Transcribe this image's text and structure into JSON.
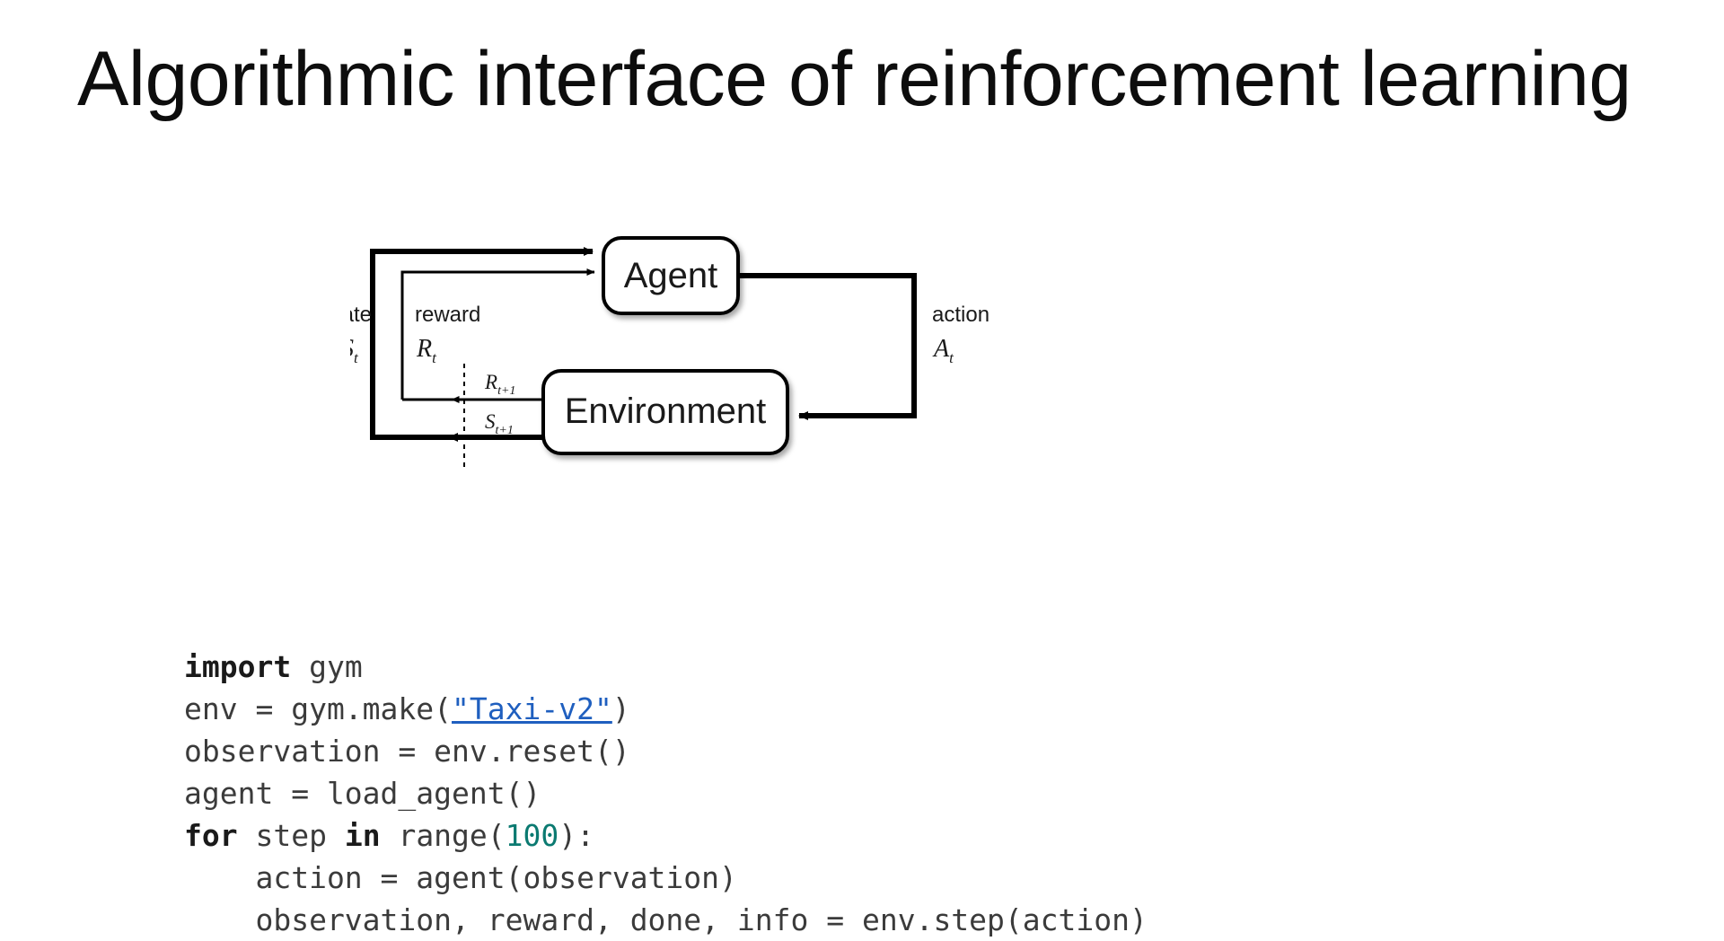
{
  "slide": {
    "title": "Algorithmic interface of reinforcement learning",
    "background_color": "#ffffff"
  },
  "diagram": {
    "name": "agent-environment-interaction-loop",
    "nodes": [
      {
        "id": "agent",
        "label": "Agent"
      },
      {
        "id": "environment",
        "label": "Environment"
      }
    ],
    "edges": [
      {
        "id": "state",
        "label": "state",
        "symbol": "S",
        "subscript": "t"
      },
      {
        "id": "reward",
        "label": "reward",
        "symbol": "R",
        "subscript": "t"
      },
      {
        "id": "action",
        "label": "action",
        "symbol": "A",
        "subscript": "t"
      },
      {
        "id": "next-reward",
        "label": "",
        "symbol": "R",
        "subscript": "t+1"
      },
      {
        "id": "next-state",
        "label": "",
        "symbol": "S",
        "subscript": "t+1"
      }
    ],
    "line_color": "#000000",
    "box_fill": "#ffffff"
  },
  "code": {
    "language": "python",
    "link_color": "#1f5fbf",
    "number_color": "#0b7a71",
    "keyword_color": "#1a1a1a",
    "text_color": "#3b3b3b",
    "lines": [
      {
        "id": "line-1",
        "segments": [
          {
            "text": "import",
            "style": "kw"
          },
          {
            "text": " gym",
            "style": "plain"
          }
        ]
      },
      {
        "id": "line-2",
        "segments": [
          {
            "text": "env = gym.make(",
            "style": "plain"
          },
          {
            "text": "\"Taxi-v2\"",
            "style": "lnk"
          },
          {
            "text": ")",
            "style": "plain"
          }
        ]
      },
      {
        "id": "line-3",
        "segments": [
          {
            "text": "observation = env.reset()",
            "style": "plain"
          }
        ]
      },
      {
        "id": "line-4",
        "segments": [
          {
            "text": "agent = load_agent()",
            "style": "plain"
          }
        ]
      },
      {
        "id": "line-5",
        "segments": [
          {
            "text": "for",
            "style": "kw"
          },
          {
            "text": " step ",
            "style": "plain"
          },
          {
            "text": "in",
            "style": "kw"
          },
          {
            "text": " range(",
            "style": "plain"
          },
          {
            "text": "100",
            "style": "num"
          },
          {
            "text": "):",
            "style": "plain"
          }
        ]
      },
      {
        "id": "line-6",
        "segments": [
          {
            "text": "    action = agent(observation)",
            "style": "plain"
          }
        ]
      },
      {
        "id": "line-7",
        "segments": [
          {
            "text": "    observation, reward, done, info = env.step(action)",
            "style": "plain"
          }
        ]
      }
    ]
  }
}
